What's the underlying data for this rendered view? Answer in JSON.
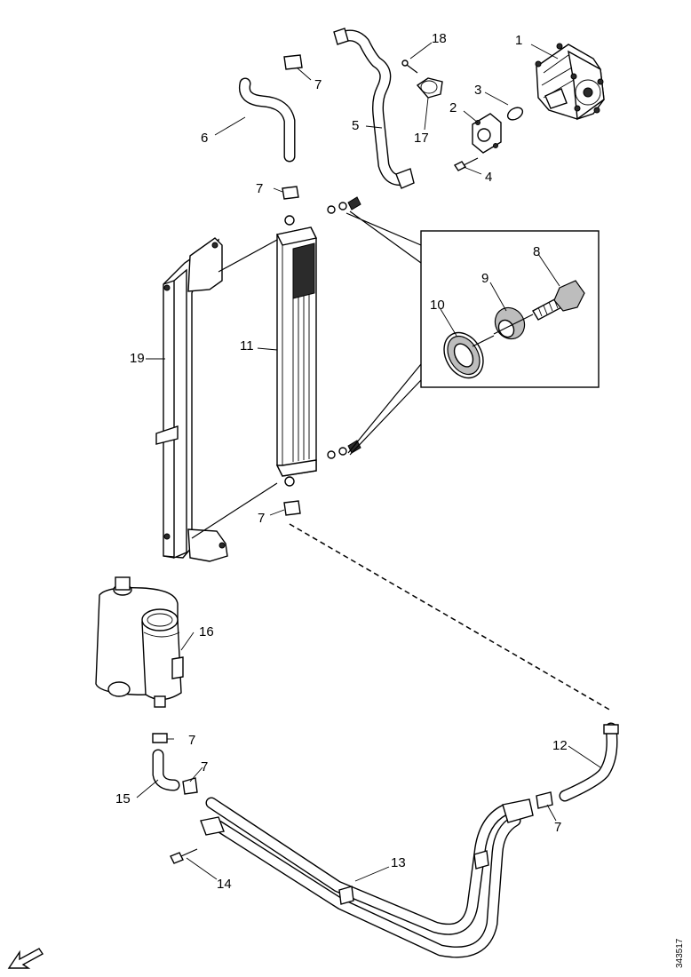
{
  "labels": {
    "p1": "1",
    "p2": "2",
    "p3": "3",
    "p4": "4",
    "p5": "5",
    "p6": "6",
    "p7a": "7",
    "p7b": "7",
    "p7c": "7",
    "p7d": "7",
    "p7e": "7",
    "p7f": "7",
    "p8": "8",
    "p9": "9",
    "p10": "10",
    "p11": "11",
    "p12": "12",
    "p13": "13",
    "p14": "14",
    "p15": "15",
    "p16": "16",
    "p17": "17",
    "p18": "18",
    "p19": "19"
  },
  "reference": "343517",
  "icons": {
    "direction": "arrow-icon"
  }
}
